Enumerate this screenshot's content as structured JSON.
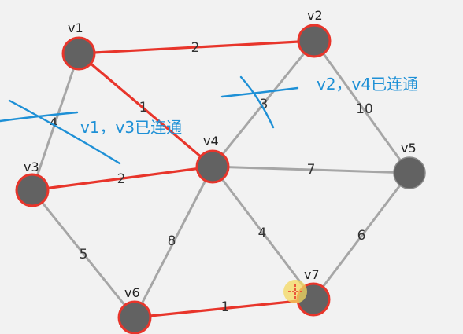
{
  "colors": {
    "edge_default": "#a6a6a6",
    "edge_selected": "#e8352b",
    "node_fill": "#626262",
    "node_ring_selected": "#e8352b",
    "node_ring_default": "#8a8a8a",
    "annotation": "#1e90d6",
    "cursor": "#f4d860"
  },
  "nodes": [
    {
      "id": "v1",
      "label": "v1",
      "selected": true
    },
    {
      "id": "v2",
      "label": "v2",
      "selected": true
    },
    {
      "id": "v3",
      "label": "v3",
      "selected": true
    },
    {
      "id": "v4",
      "label": "v4",
      "selected": true
    },
    {
      "id": "v5",
      "label": "v5",
      "selected": false
    },
    {
      "id": "v6",
      "label": "v6",
      "selected": true
    },
    {
      "id": "v7",
      "label": "v7",
      "selected": true
    }
  ],
  "edges": [
    {
      "from": "v1",
      "to": "v2",
      "weight": "2",
      "selected": true
    },
    {
      "from": "v1",
      "to": "v3",
      "weight": "4",
      "selected": false
    },
    {
      "from": "v1",
      "to": "v4",
      "weight": "1",
      "selected": true
    },
    {
      "from": "v2",
      "to": "v4",
      "weight": "3",
      "selected": false
    },
    {
      "from": "v2",
      "to": "v5",
      "weight": "10",
      "selected": false
    },
    {
      "from": "v3",
      "to": "v4",
      "weight": "2",
      "selected": true
    },
    {
      "from": "v4",
      "to": "v5",
      "weight": "7",
      "selected": false
    },
    {
      "from": "v3",
      "to": "v6",
      "weight": "5",
      "selected": false
    },
    {
      "from": "v4",
      "to": "v6",
      "weight": "8",
      "selected": false
    },
    {
      "from": "v4",
      "to": "v7",
      "weight": "4",
      "selected": false
    },
    {
      "from": "v5",
      "to": "v7",
      "weight": "6",
      "selected": false
    },
    {
      "from": "v6",
      "to": "v7",
      "weight": "1",
      "selected": true
    }
  ],
  "annotations": [
    {
      "text": "v2，v4已连通"
    },
    {
      "text": "v1，v3已连通"
    }
  ]
}
